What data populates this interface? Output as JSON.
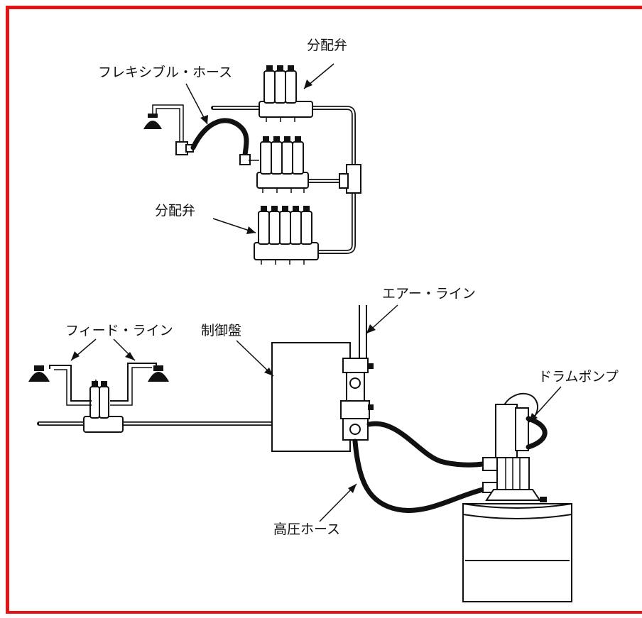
{
  "labels": {
    "distribution_valve_top": "分配弁",
    "flexible_hose": "フレキシブル・ホース",
    "distribution_valve_mid": "分配弁",
    "air_line": "エアー・ライン",
    "feed_line": "フィード・ライン",
    "control_panel": "制御盤",
    "drum_pump": "ドラムポンプ",
    "high_pressure_hose": "高圧ホース"
  },
  "colors": {
    "frame": "#e31414",
    "line": "#111111"
  }
}
